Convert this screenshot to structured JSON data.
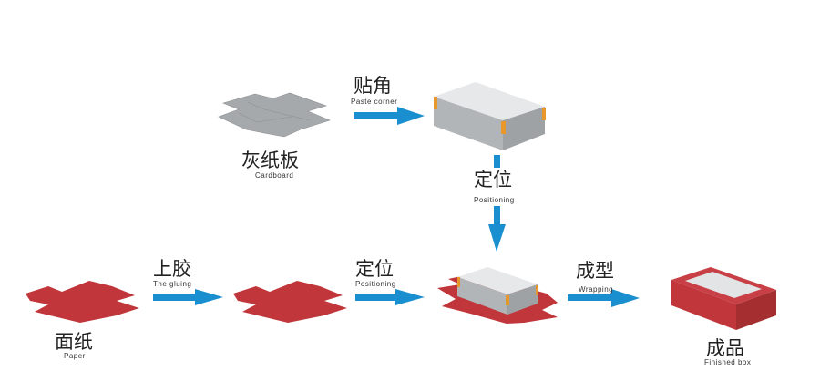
{
  "colors": {
    "arrow": "#1a8fd0",
    "cardboard": "#a6a9ab",
    "paper": "#c0363a",
    "corner_tape": "#e8982a"
  },
  "steps": {
    "cardboard": {
      "zh": "灰纸板",
      "en": "Cardboard"
    },
    "paste_corner": {
      "zh": "贴角",
      "en": "Paste corner"
    },
    "positioning_vertical": {
      "zh": "定位",
      "en": "Positioning"
    },
    "paper": {
      "zh": "面纸",
      "en": "Paper"
    },
    "gluing": {
      "zh": "上胶",
      "en": "The gluing"
    },
    "positioning": {
      "zh": "定位",
      "en": "Positioning"
    },
    "wrapping": {
      "zh": "成型",
      "en": "Wrapping"
    },
    "finished": {
      "zh": "成品",
      "en": "Finished box"
    }
  }
}
